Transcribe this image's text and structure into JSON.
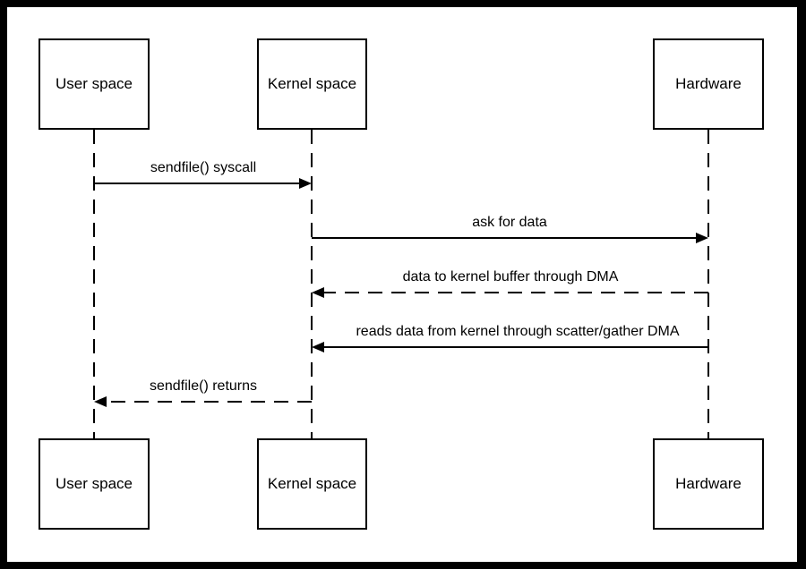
{
  "participants": [
    {
      "id": "user",
      "label": "User space"
    },
    {
      "id": "kernel",
      "label": "Kernel space"
    },
    {
      "id": "hardware",
      "label": "Hardware"
    }
  ],
  "messages": [
    {
      "label": "sendfile() syscall",
      "from": "user",
      "to": "kernel",
      "style": "solid"
    },
    {
      "label": "ask for data",
      "from": "kernel",
      "to": "hardware",
      "style": "solid"
    },
    {
      "label": "data to kernel buffer through DMA",
      "from": "hardware",
      "to": "kernel",
      "style": "dashed"
    },
    {
      "label": "reads data from kernel through scatter/gather DMA",
      "from": "hardware",
      "to": "kernel",
      "style": "solid"
    },
    {
      "label": "sendfile() returns",
      "from": "kernel",
      "to": "user",
      "style": "dashed"
    }
  ],
  "colors": {
    "line": "#000000",
    "background": "#ffffff",
    "frame": "#000000"
  }
}
